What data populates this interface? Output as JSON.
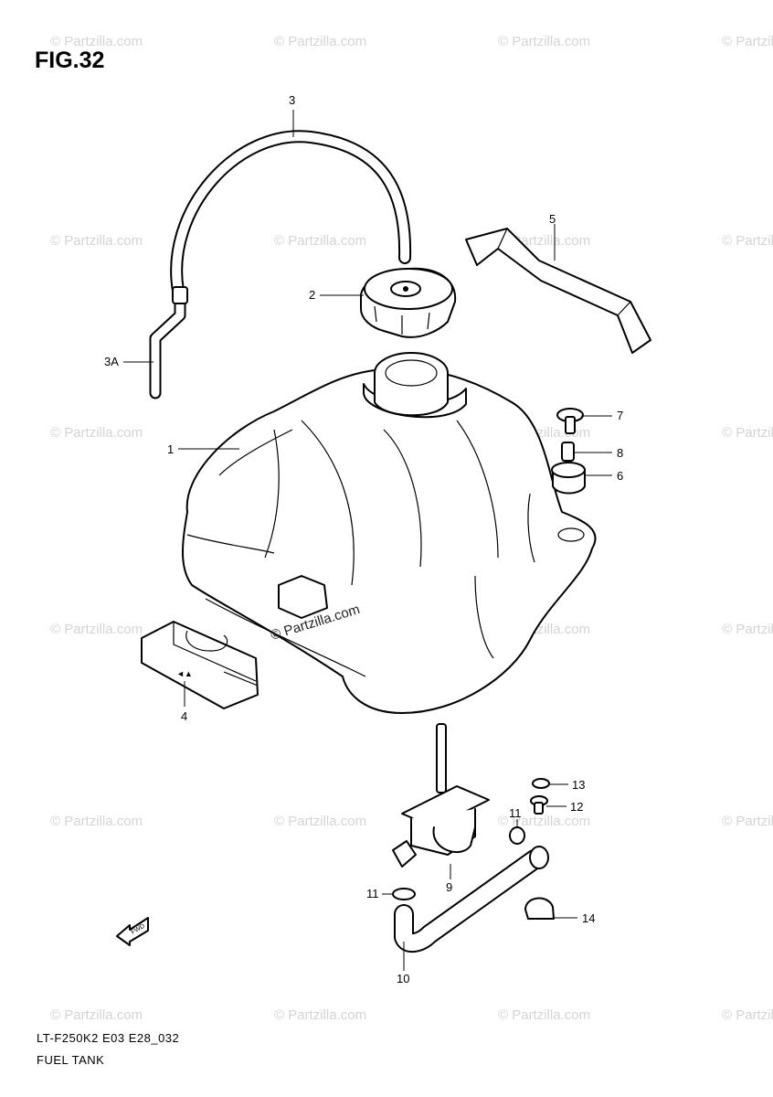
{
  "figure": {
    "title": "FIG.32",
    "code": "LT-F250K2 E03 E28_032",
    "name": "FUEL TANK"
  },
  "watermark": {
    "text": "© Partzilla.com",
    "center_text": "© Partzilla.com"
  },
  "callouts": {
    "p1": "1",
    "p2": "2",
    "p3": "3",
    "p3a": "3A",
    "p4": "4",
    "p5": "5",
    "p6": "6",
    "p7": "7",
    "p8": "8",
    "p9": "9",
    "p10": "10",
    "p11a": "11",
    "p11b": "11",
    "p12": "12",
    "p13": "13",
    "p14": "14"
  },
  "direction_marker": {
    "text": "FWD"
  }
}
